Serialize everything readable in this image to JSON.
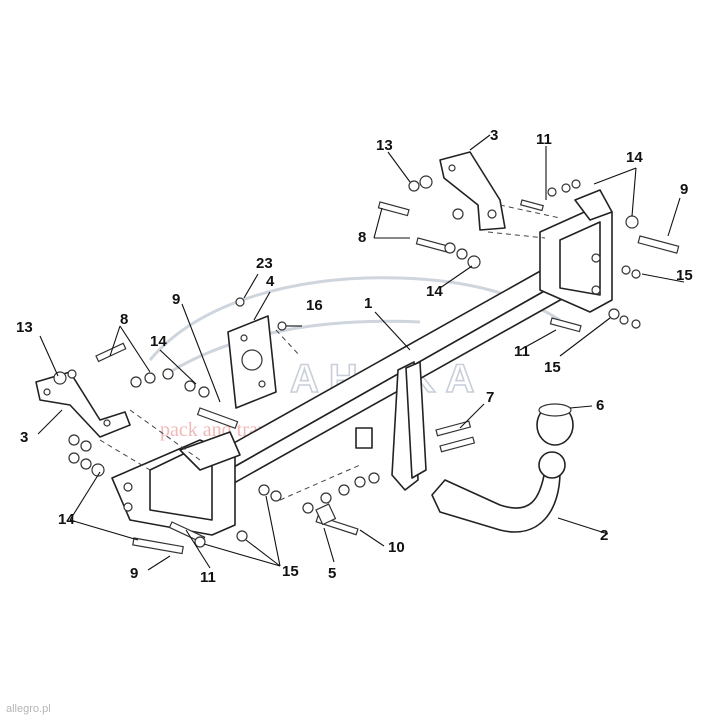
{
  "watermark": {
    "word": "AHAKA",
    "tagline": "pack and travel"
  },
  "credit": "allegro.pl",
  "callouts": [
    {
      "label": "1"
    },
    {
      "label": "2"
    },
    {
      "label": "3"
    },
    {
      "label": "3"
    },
    {
      "label": "4"
    },
    {
      "label": "5"
    },
    {
      "label": "6"
    },
    {
      "label": "7"
    },
    {
      "label": "8"
    },
    {
      "label": "8"
    },
    {
      "label": "9"
    },
    {
      "label": "9"
    },
    {
      "label": "9"
    },
    {
      "label": "10"
    },
    {
      "label": "11"
    },
    {
      "label": "11"
    },
    {
      "label": "11"
    },
    {
      "label": "13"
    },
    {
      "label": "13"
    },
    {
      "label": "14"
    },
    {
      "label": "14"
    },
    {
      "label": "14"
    },
    {
      "label": "14"
    },
    {
      "label": "15"
    },
    {
      "label": "15"
    },
    {
      "label": "15"
    },
    {
      "label": "16"
    },
    {
      "label": "23"
    }
  ],
  "colors": {
    "line": "#222222",
    "watermark_outline": "#c8cfd8",
    "watermark_tagline": "#f1b8b8"
  }
}
